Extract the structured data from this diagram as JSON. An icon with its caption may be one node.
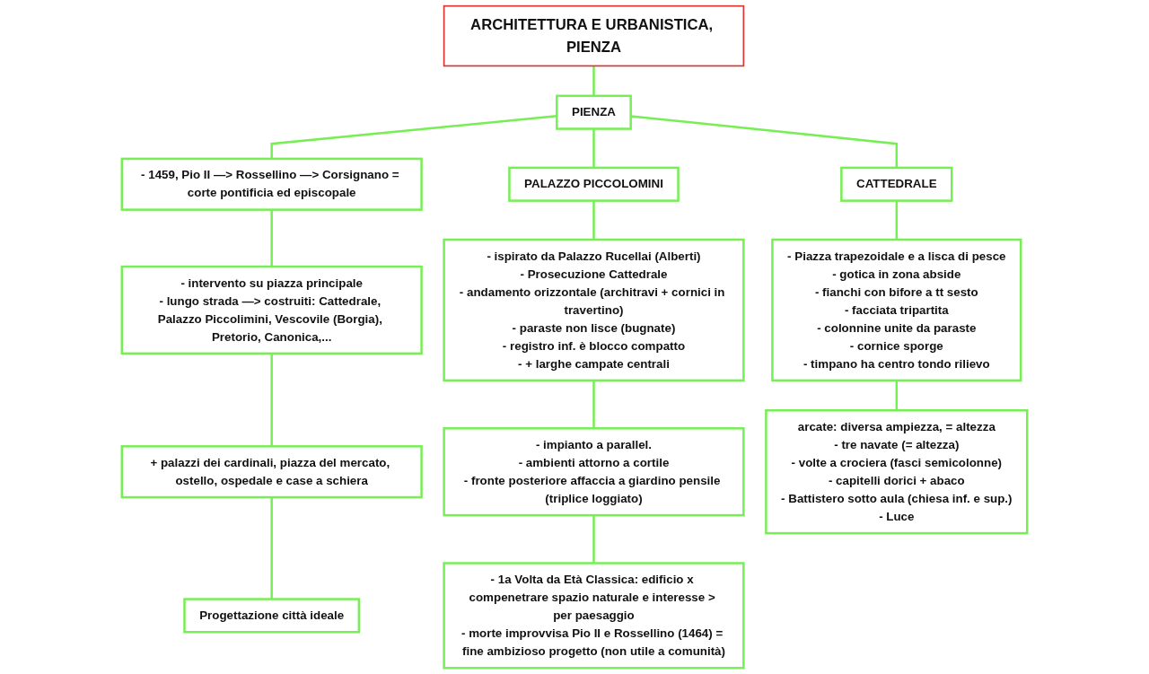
{
  "diagram": {
    "nodes": [
      {
        "text": [
          "ARCHITETTURA E URBANISTICA, PIENZA"
        ]
      },
      {
        "text": [
          "PIENZA"
        ]
      },
      {
        "text": [
          "CATTEDRALE"
        ]
      },
      {
        "text": [
          "- 1459, Pio II —> Rossellino —> Corsignano = corte pontificia ed episcopale"
        ]
      },
      {
        "text": [
          "PALAZZO PICCOLOMINI"
        ]
      },
      {
        "text": [
          "- Piazza trapezoidale e a lisca di pesce",
          "- gotica in zona abside",
          "- fianchi con bifore a tt sesto",
          "- facciata tripartita",
          "- colonnine unite da paraste",
          "- cornice sporge",
          "- timpano ha centro tondo rilievo"
        ]
      },
      {
        "text": [
          "- intervento su piazza principale",
          "- lungo strada —> costruiti: Cattedrale, Palazzo Piccolimini, Vescovile (Borgia), Pretorio, Canonica,..."
        ]
      },
      {
        "text": [
          "- ispirato da Palazzo Rucellai (Alberti)",
          "- Prosecuzione Cattedrale",
          "- andamento orizzontale (architravi + cornici in travertino)",
          "- paraste non lisce (bugnate)",
          "- registro inf. è blocco compatto",
          "- + larghe campate centrali"
        ]
      },
      {
        "text": [
          "+ palazzi dei cardinali, piazza del mercato, ostello, ospedale e case a schiera"
        ]
      },
      {
        "text": [
          "- impianto a parallel.",
          "- ambienti attorno a cortile",
          "- fronte posteriore affaccia a giardino pensile (triplice loggiato)"
        ]
      },
      {
        "text": [
          "arcate: diversa ampiezza, = altezza",
          "- tre navate (= altezza)",
          "- volte a crociera (fasci semicolonne)",
          "- capitelli dorici + abaco",
          "- Battistero sotto aula (chiesa inf. e sup.)",
          "- Luce"
        ]
      },
      {
        "text": [
          "Progettazione città ideale"
        ]
      },
      {
        "text": [
          "- 1a Volta da Età Classica: edificio x compenetrare spazio naturale e interesse > per paesaggio",
          "- morte improvvisa Pio II e Rossellino (1464) = fine ambizioso progetto (non utile a comunità)"
        ]
      }
    ],
    "edges": [
      {
        "from": 0,
        "to": 1,
        "arrow": "none"
      },
      {
        "from": 1,
        "to": 2,
        "arrow": "none"
      },
      {
        "from": 1,
        "to": 3,
        "arrow": "none"
      },
      {
        "from": 1,
        "to": 4,
        "arrow": "none"
      },
      {
        "from": 2,
        "to": 5,
        "arrow": "none"
      },
      {
        "from": 3,
        "to": 6,
        "arrow": "none"
      },
      {
        "from": 4,
        "to": 7,
        "arrow": "none"
      },
      {
        "from": 5,
        "to": 10,
        "arrow": "none"
      },
      {
        "from": 6,
        "to": 8,
        "arrow": "none"
      },
      {
        "from": 7,
        "to": 9,
        "arrow": "none"
      },
      {
        "from": 8,
        "to": 11,
        "arrow": "none"
      },
      {
        "from": 9,
        "to": 12,
        "arrow": "none"
      }
    ]
  }
}
